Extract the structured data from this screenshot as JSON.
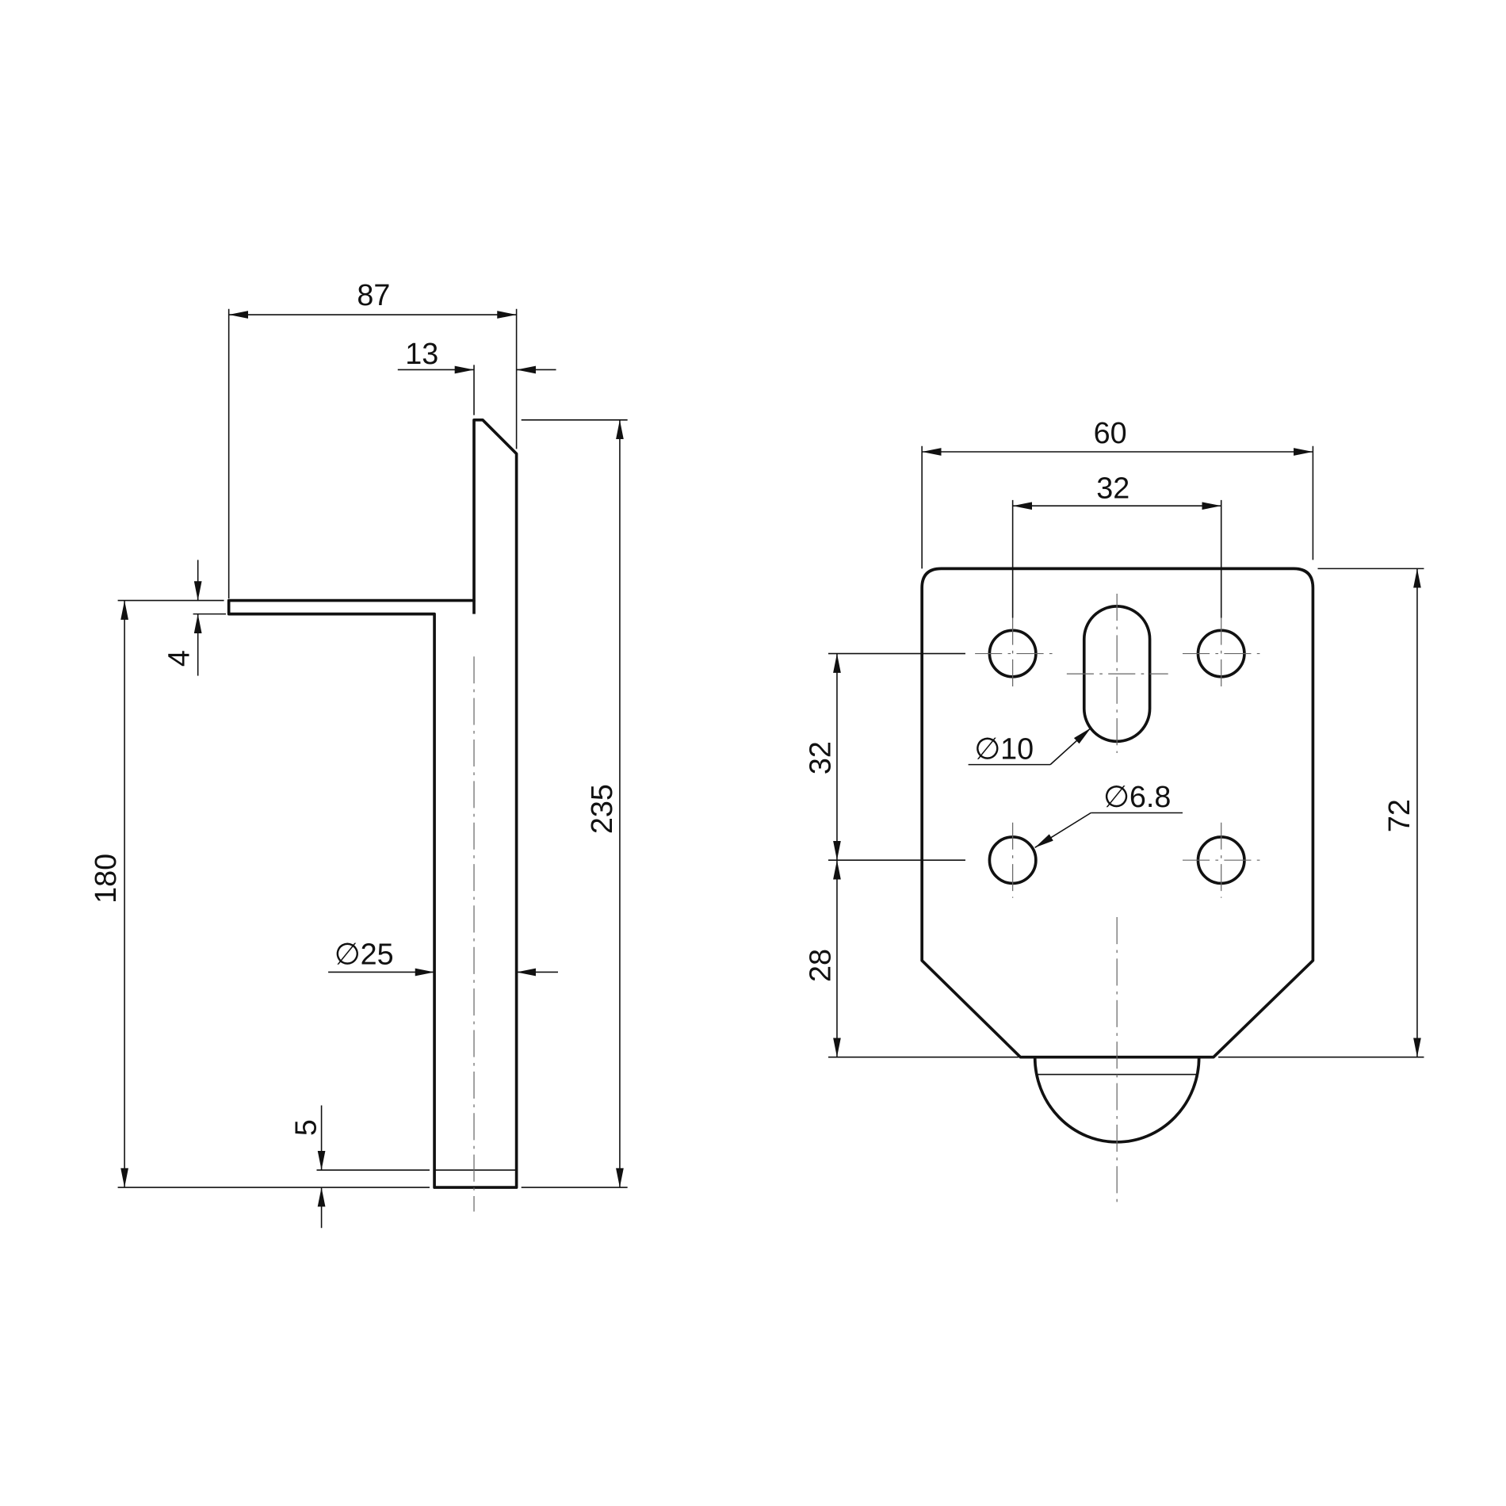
{
  "side_view": {
    "dims": {
      "overall_width": "87",
      "offset": "13",
      "flange_thickness": "4",
      "height_to_flange": "180",
      "overall_height": "235",
      "tube_diameter": "∅25",
      "bottom_ring": "5"
    }
  },
  "front_view": {
    "dims": {
      "plate_width": "60",
      "hole_spacing_x": "32",
      "hole_spacing_y": "32",
      "bottom_offset": "28",
      "plate_height": "72",
      "slot_width": "∅10",
      "hole_diameter": "∅6.8"
    }
  }
}
